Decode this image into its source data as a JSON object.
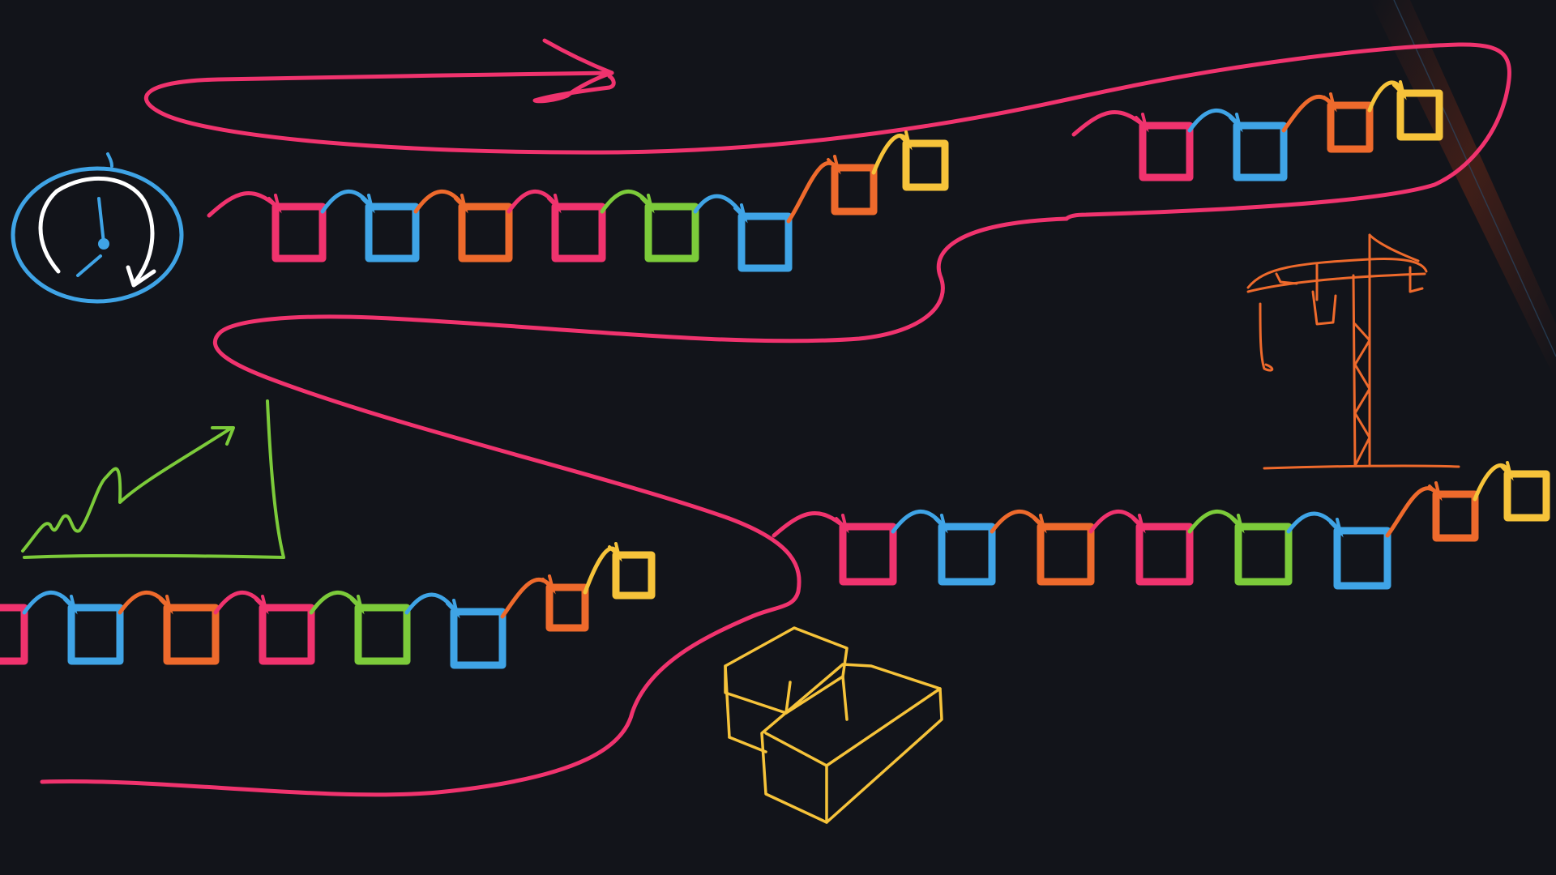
{
  "canvas": {
    "background": "#12141a"
  },
  "palette": {
    "pink": "#f0336e",
    "blue": "#3fa4e6",
    "orange": "#ee6a2c",
    "green": "#7ccb3a",
    "yellow": "#f6c33a",
    "white": "#ffffff",
    "glow": "#8a2f16"
  },
  "drawing": {
    "elements": [
      "stopwatch-icon",
      "growth-chart-icon",
      "tower-crane-icon",
      "stacked-blocks-icon",
      "winding-road-line",
      "direction-arrow-icon",
      "block-chain-row"
    ],
    "chain_rows": [
      {
        "name": "row-top-left",
        "blocks": [
          "pink",
          "blue",
          "orange",
          "pink",
          "green",
          "blue",
          "orange",
          "yellow"
        ]
      },
      {
        "name": "row-top-right",
        "blocks": [
          "pink",
          "blue",
          "orange",
          "yellow"
        ]
      },
      {
        "name": "row-middle",
        "blocks": [
          "pink",
          "blue",
          "orange",
          "pink",
          "green",
          "blue",
          "orange",
          "yellow"
        ]
      },
      {
        "name": "row-bottom",
        "blocks": [
          "pink",
          "blue",
          "orange",
          "pink",
          "green",
          "blue",
          "orange",
          "yellow"
        ]
      }
    ]
  }
}
